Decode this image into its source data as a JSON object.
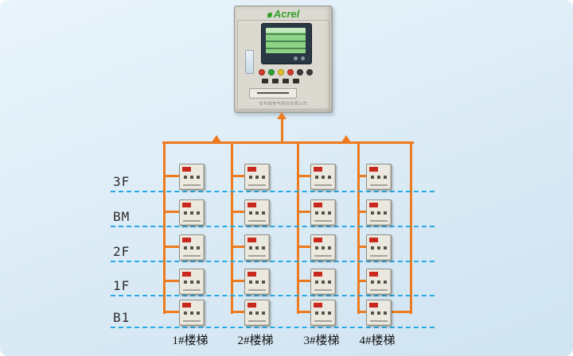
{
  "cabinet": {
    "logo": "Acrel",
    "company_line": "安科瑞电气股份有限公司"
  },
  "floors": [
    "3F",
    "BM",
    "2F",
    "1F",
    "B1"
  ],
  "stairs": [
    "1#楼梯",
    "2#楼梯",
    "3#楼梯",
    "4#楼梯"
  ],
  "grid": {
    "rows": 5,
    "cols": 4
  },
  "colors": {
    "bus": "#ed7a1e",
    "floor_dash": "#27aae1",
    "logo_green": "#33a02c",
    "lcd_green": "#8ed487",
    "device_chip_red": "#c8281e",
    "background_top": "#e9f4fb",
    "background_bottom": "#cfe3f1"
  }
}
